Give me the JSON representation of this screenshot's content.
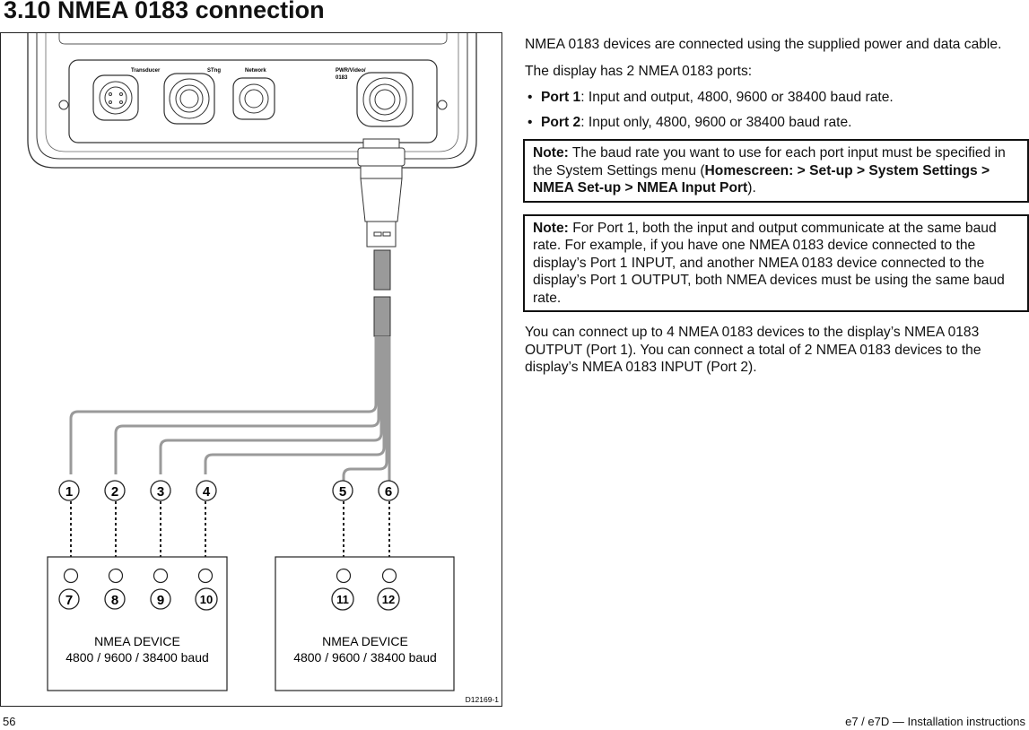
{
  "section_title": "3.10 NMEA 0183 connection",
  "figure": {
    "connector_labels": [
      "Transducer",
      "STng",
      "Network",
      "PWR/Video/",
      "0183"
    ],
    "wire_numbers": [
      "1",
      "2",
      "3",
      "4",
      "5",
      "6"
    ],
    "terminal_numbers": [
      "7",
      "8",
      "9",
      "10",
      "11",
      "12"
    ],
    "devices": [
      {
        "name": "NMEA DEVICE",
        "baud": "4800 / 9600 / 38400 baud"
      },
      {
        "name": "NMEA DEVICE",
        "baud": "4800 / 9600 / 38400 baud"
      }
    ],
    "drawing_id": "D12169-1",
    "colors": {
      "wire": "#9a9a9a",
      "line": "#222222"
    }
  },
  "intro": "NMEA 0183 devices are connected using the supplied power and data cable.",
  "ports_intro": "The display has 2 NMEA 0183 ports:",
  "ports": [
    {
      "name": "Port 1",
      "desc": ": Input and output, 4800, 9600 or 38400 baud rate."
    },
    {
      "name": "Port 2",
      "desc": ": Input only, 4800, 9600 or 38400 baud rate."
    }
  ],
  "note1": {
    "label": "Note:",
    "text": " The baud rate you want to use for each port input must be specified in the System Settings menu (",
    "path": "Homescreen: > Set-up > System Settings > NMEA Set-up > NMEA Input Port",
    "end": ")."
  },
  "note2": {
    "label": "Note:",
    "text": " For Port 1, both the input and output communicate at the same baud rate. For example, if you have one NMEA 0183 device connected to the display’s Port 1 INPUT, and another NMEA 0183 device connected to the display’s Port 1 OUTPUT, both NMEA devices must be using the same baud rate."
  },
  "closing": "You can connect up to 4 NMEA 0183 devices to the display’s NMEA 0183 OUTPUT (Port 1). You can connect a total of 2 NMEA 0183 devices to the display’s NMEA 0183 INPUT (Port 2).",
  "footer": {
    "page": "56",
    "doc": "e7 / e7D — Installation instructions"
  }
}
